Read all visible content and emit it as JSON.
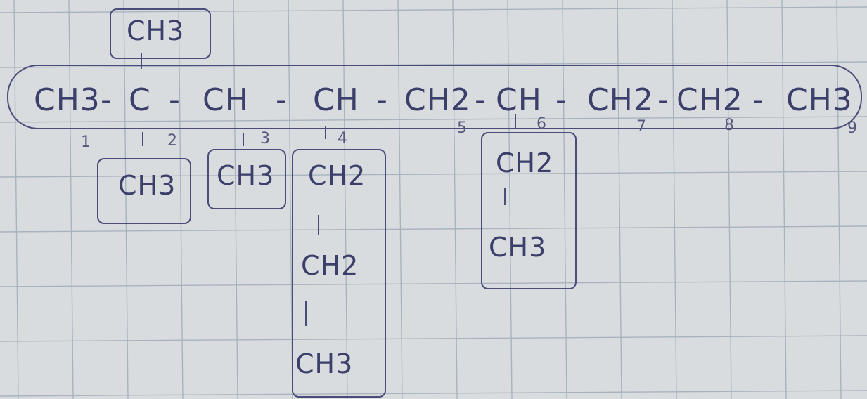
{
  "colors": {
    "paper": "#d9dcdf",
    "grid": "#a8b3bf",
    "ink": "#3c3f6a"
  },
  "main_chain": [
    {
      "text": "CH3"
    },
    {
      "text": "-"
    },
    {
      "text": "C"
    },
    {
      "text": "-"
    },
    {
      "text": "CH"
    },
    {
      "text": "-"
    },
    {
      "text": "CH"
    },
    {
      "text": "-"
    },
    {
      "text": "CH2"
    },
    {
      "text": "-"
    },
    {
      "text": "CH"
    },
    {
      "text": "-"
    },
    {
      "text": "CH2"
    },
    {
      "text": "-"
    },
    {
      "text": "CH2"
    },
    {
      "text": "-"
    },
    {
      "text": "CH3"
    }
  ],
  "top_substituent": {
    "text": "CH3"
  },
  "numbers": [
    "1",
    "2",
    "3",
    "4",
    "5",
    "6",
    "7",
    "8",
    "9"
  ],
  "branches": {
    "c2_bottom": {
      "text": "CH3"
    },
    "c3_bottom": {
      "text": "CH3"
    },
    "c4_chain": [
      "CH2",
      "CH2",
      "CH3"
    ],
    "c6_chain": [
      "CH2",
      "CH3"
    ]
  }
}
